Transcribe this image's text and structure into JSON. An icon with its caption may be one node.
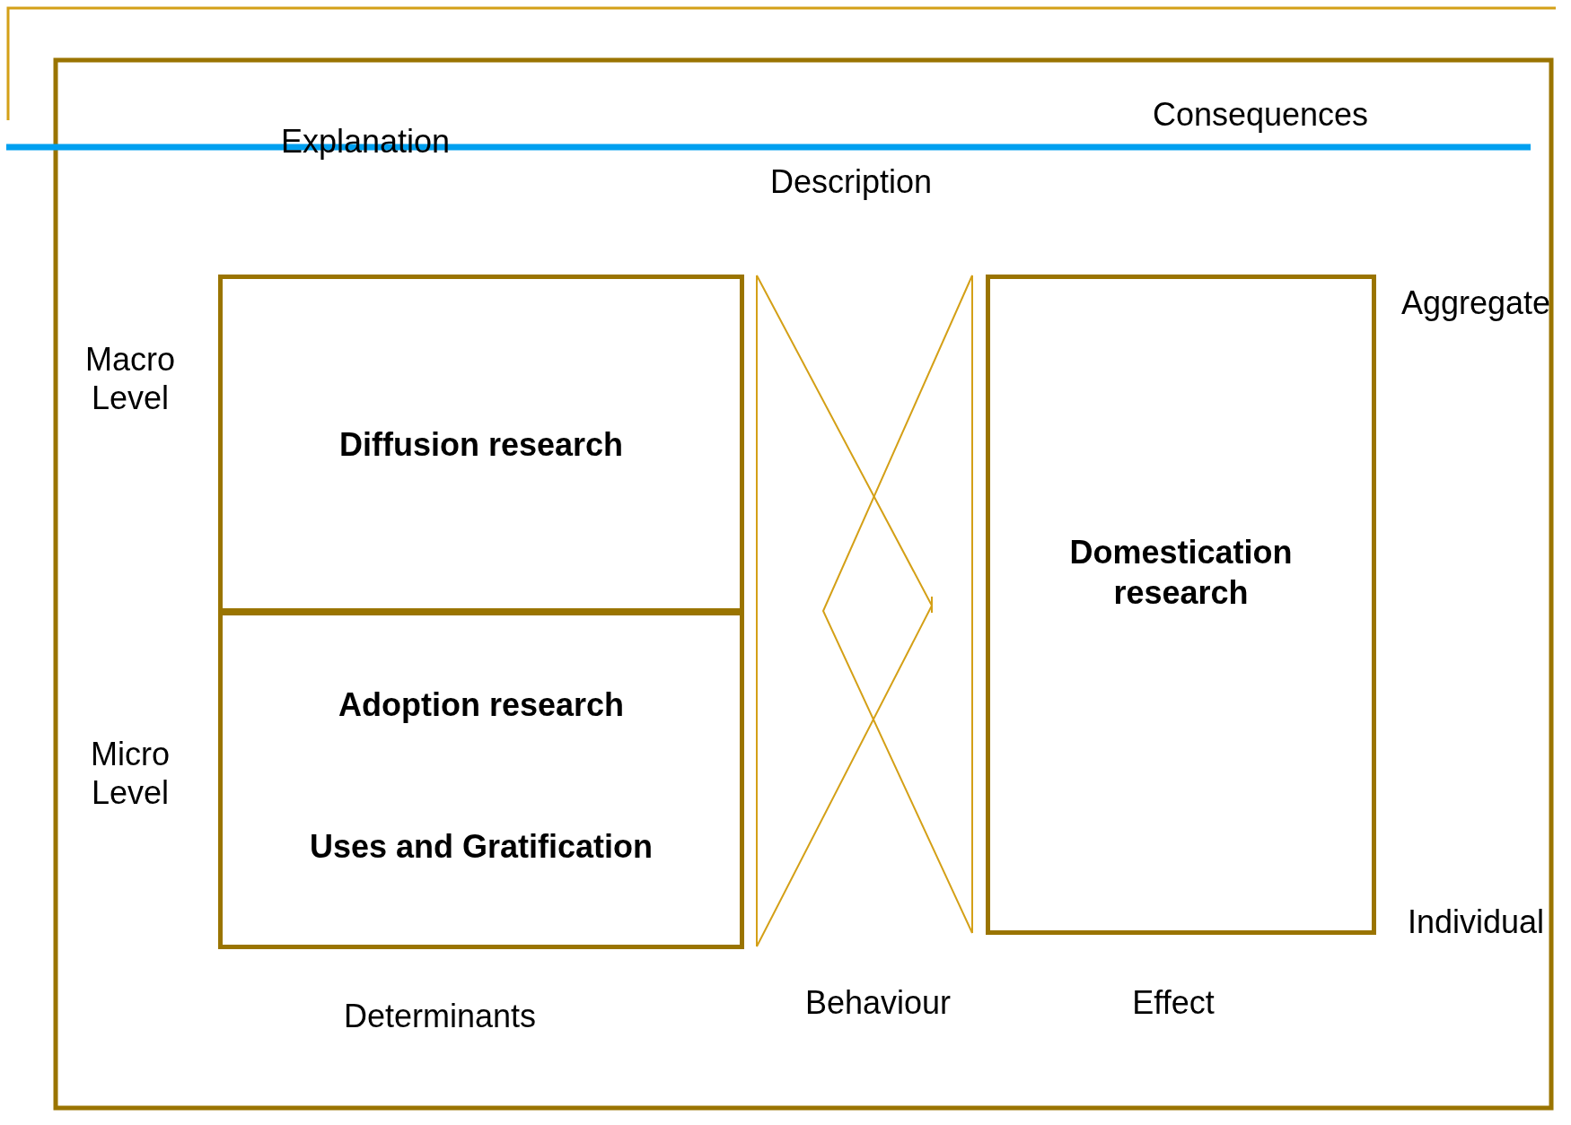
{
  "diagram": {
    "nodes": [
      {
        "text": [
          "Diffusion research"
        ]
      },
      {
        "text": [
          "Adoption research",
          "Uses and Gratification"
        ]
      },
      {
        "text": [
          "Domestication research"
        ]
      }
    ],
    "labels": [
      "Consequences",
      "Explanation",
      "Description",
      "Aggregate",
      "Macro Level",
      "Micro Level",
      "Individual",
      "Behaviour",
      "Effect",
      "Determinants"
    ]
  }
}
